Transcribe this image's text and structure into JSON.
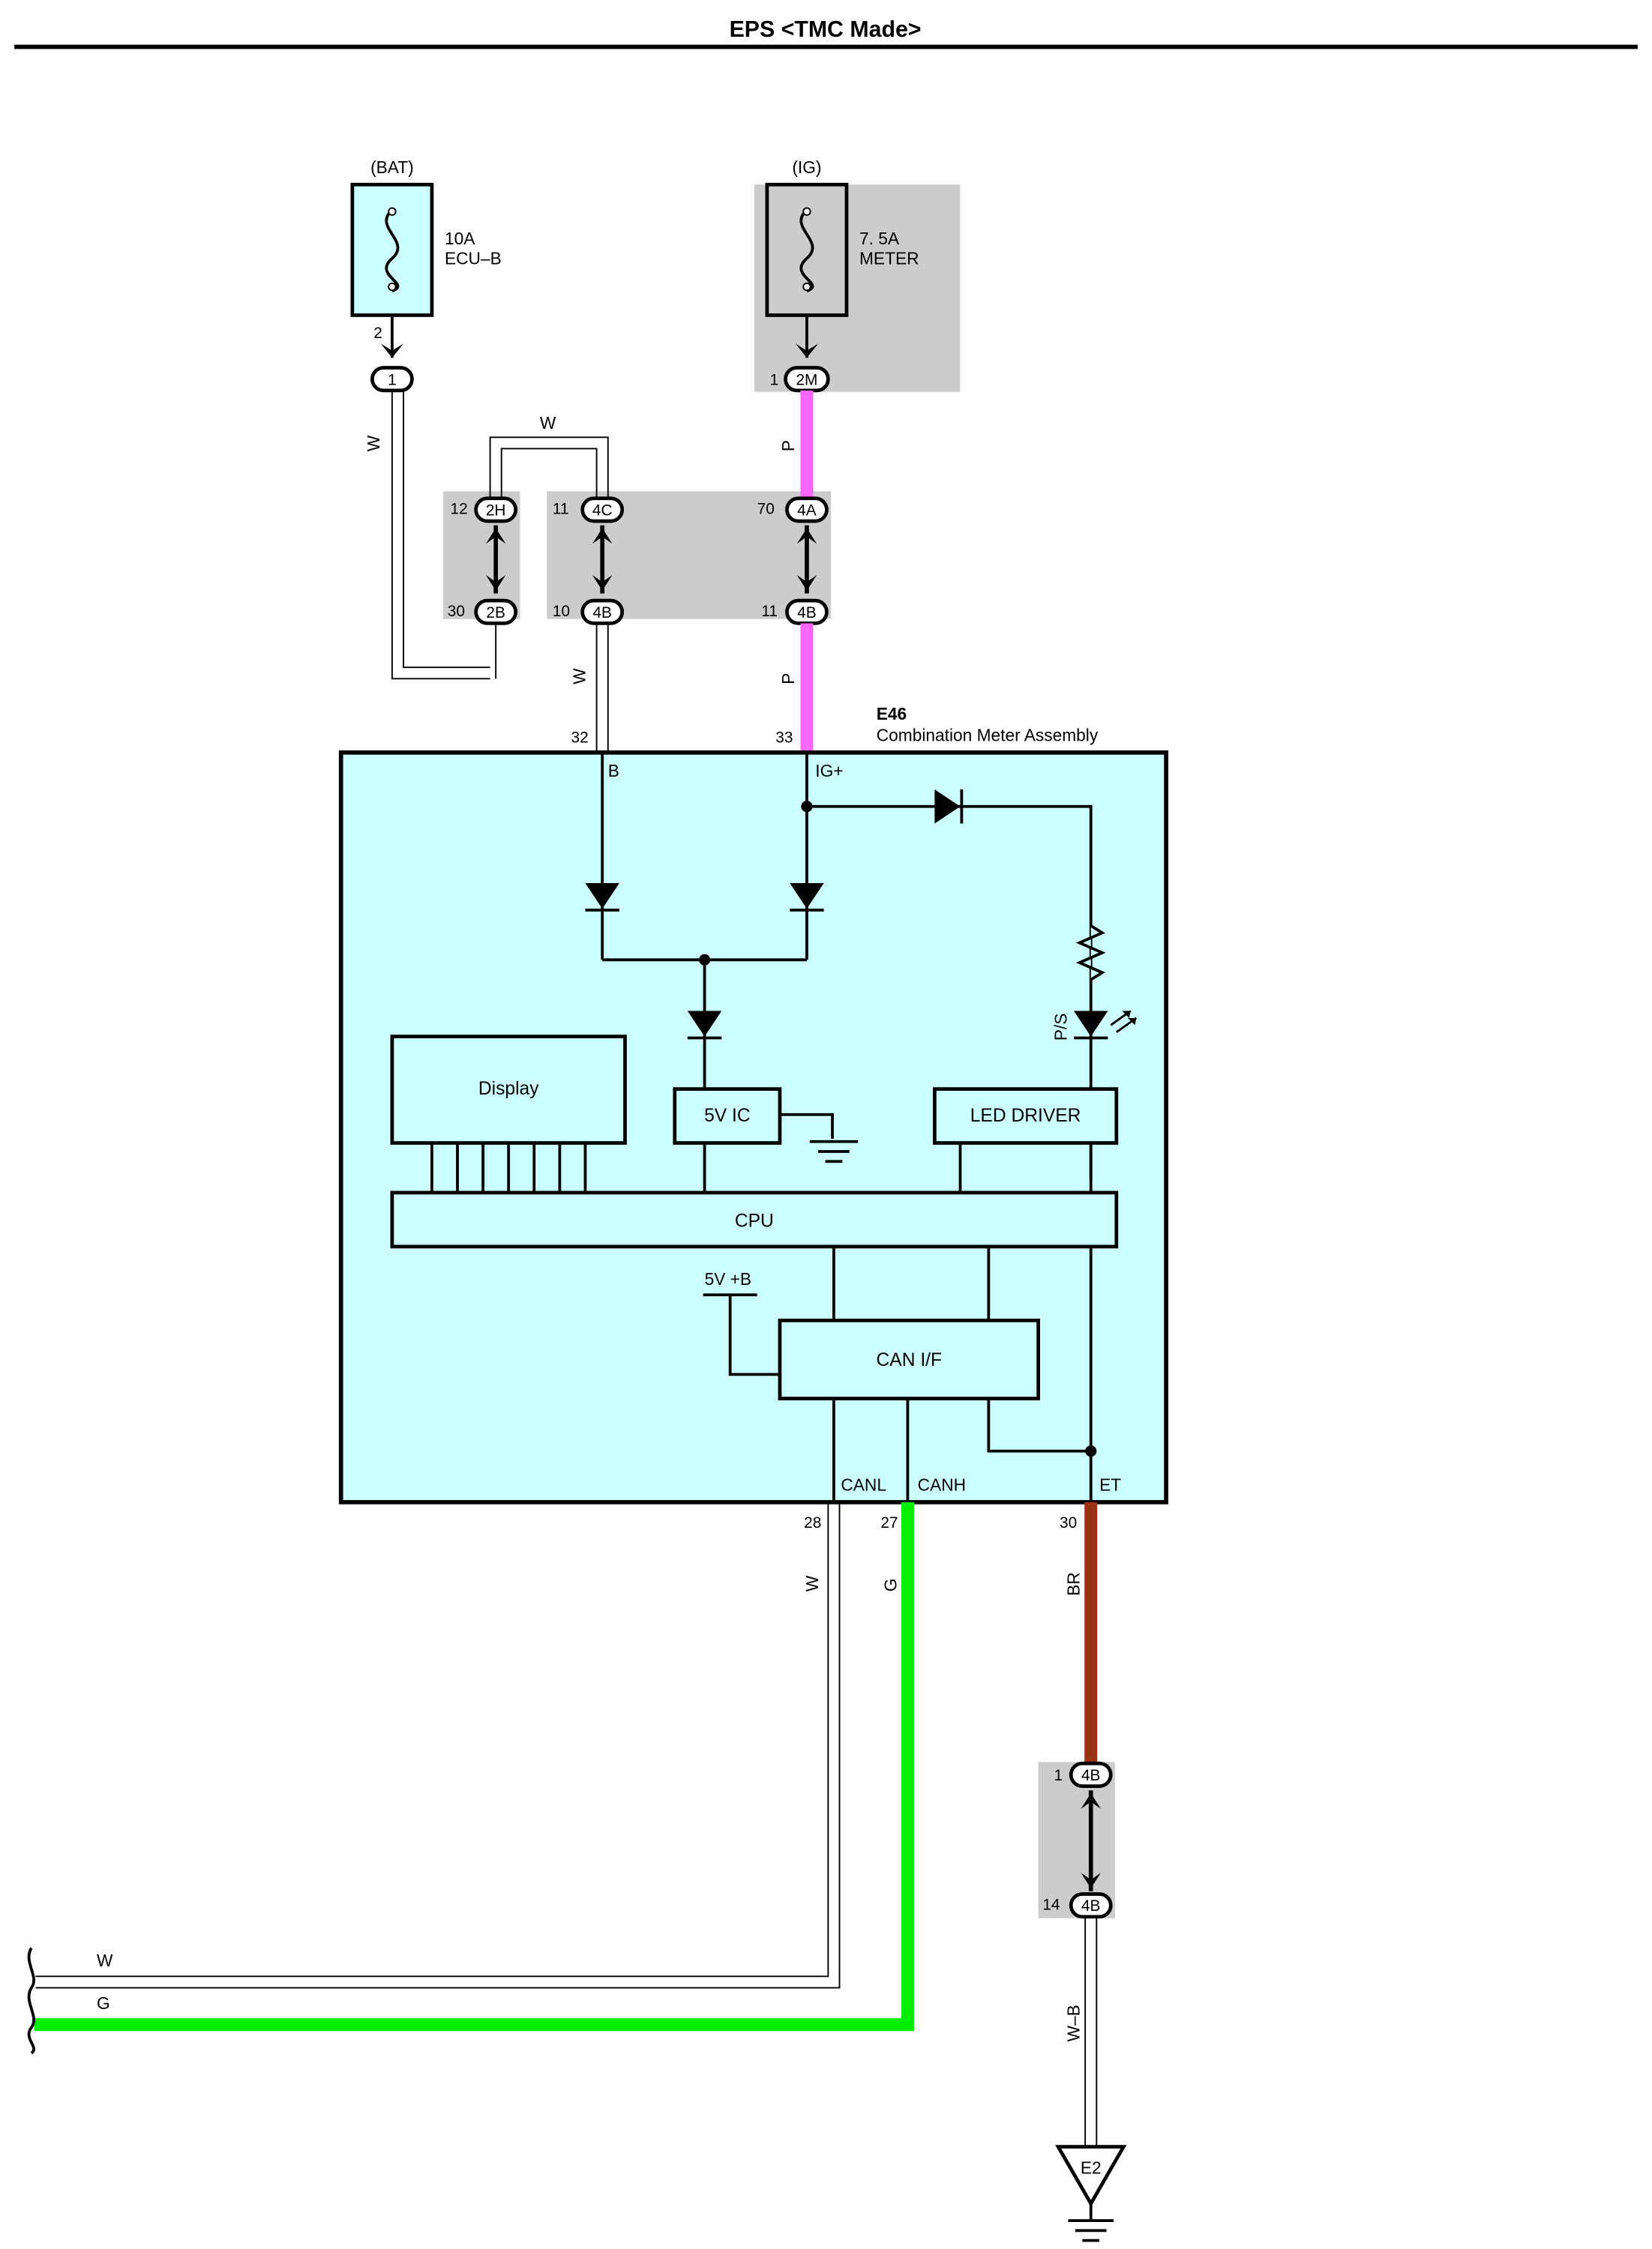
{
  "header": {
    "title": "EPS <TMC Made>"
  },
  "fuses": [
    {
      "source": "(BAT)",
      "rating": "10A",
      "name": "ECU–B",
      "pin": "2",
      "connector": "1"
    },
    {
      "source": "(IG)",
      "rating": "7. 5A",
      "name": "METER",
      "pin": "1",
      "connector": "2M"
    }
  ],
  "junctions": [
    {
      "top_pin": "12",
      "top_conn": "2H",
      "bottom_pin": "30",
      "bottom_conn": "2B"
    },
    {
      "top_pin": "11",
      "top_conn": "4C",
      "bottom_pin": "10",
      "bottom_conn": "4B"
    },
    {
      "top_pin": "70",
      "top_conn": "4A",
      "bottom_pin": "11",
      "bottom_conn": "4B"
    },
    {
      "top_pin": "1",
      "top_conn": "4B",
      "bottom_pin": "14",
      "bottom_conn": "4B"
    }
  ],
  "wire_colors": {
    "w_left": "W",
    "w_loop": "W",
    "p_upper": "P",
    "w_lower": "W",
    "p_lower": "P",
    "canl": "W",
    "canh": "G",
    "et": "BR",
    "ground": "W–B",
    "bus_w": "W",
    "bus_g": "G"
  },
  "component": {
    "id": "E46",
    "name": "Combination Meter Assembly",
    "pins": {
      "b_pin": "32",
      "ig_pin": "33",
      "canl_pin": "28",
      "canh_pin": "27",
      "et_pin": "30"
    },
    "terminals": {
      "b": "B",
      "ig": "IG+",
      "canl": "CANL",
      "canh": "CANH",
      "et": "ET"
    },
    "blocks": {
      "display": "Display",
      "ic": "5V IC",
      "led_driver": "LED DRIVER",
      "cpu": "CPU",
      "can_if": "CAN I/F",
      "supply": "5V +B",
      "led_label": "P/S"
    }
  },
  "ground": {
    "name": "E2"
  },
  "colors": {
    "component_fill": "#ccffff",
    "fuse_fill": "#ccffff",
    "junction_fill": "#cccccc",
    "wire_pink": "#ff66ff",
    "wire_green": "#00ee00",
    "wire_brown": "#993311"
  }
}
